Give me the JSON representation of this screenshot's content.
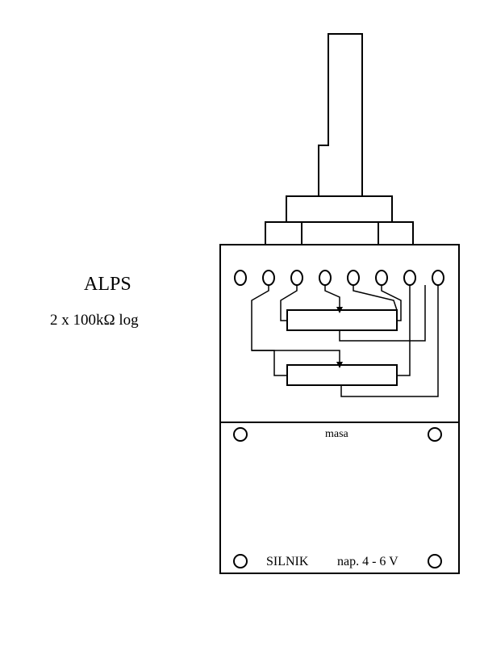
{
  "labels": {
    "brand": "ALPS",
    "spec": "2 x 100kΩ log",
    "ground": "masa",
    "motor": "SILNIK",
    "voltage": "nap. 4 - 6 V"
  }
}
